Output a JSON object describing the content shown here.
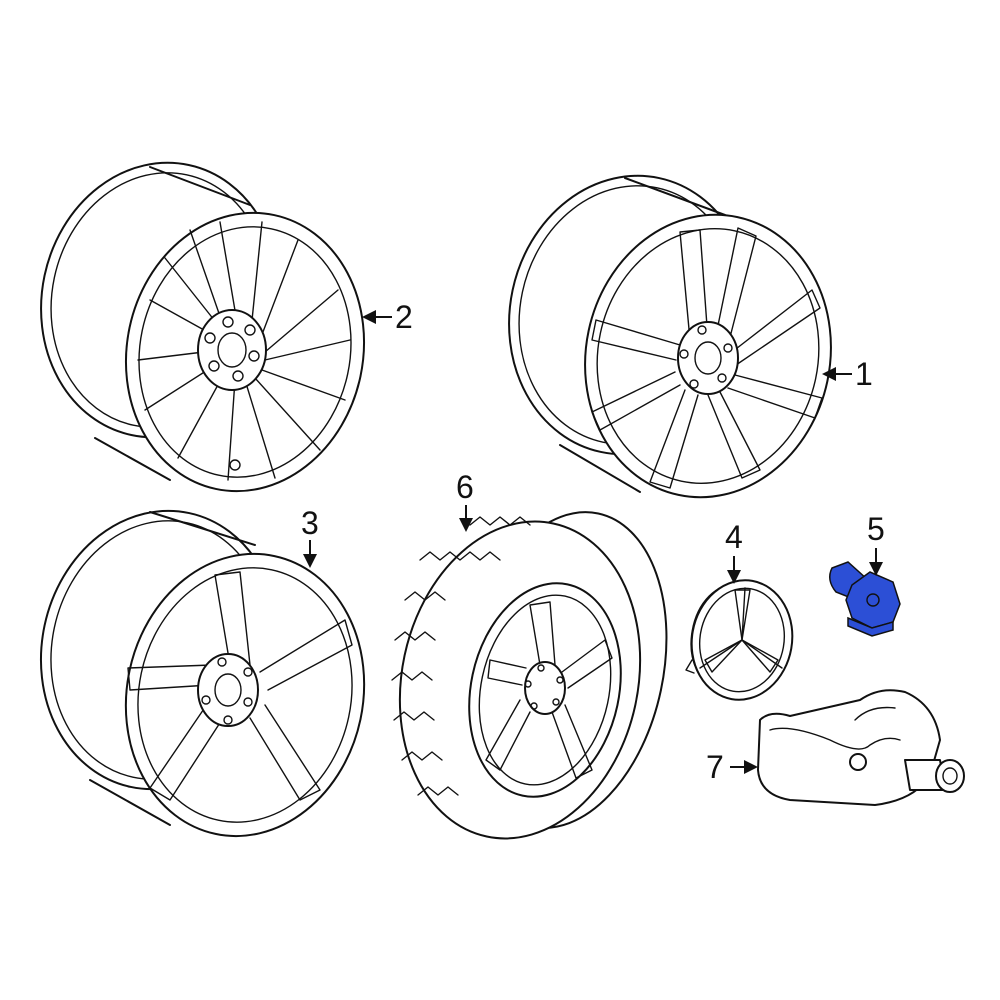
{
  "diagram": {
    "highlight_color": "#2c4fd6",
    "line_color": "#111111",
    "background": "#ffffff",
    "callouts": [
      {
        "id": "1",
        "label": "1",
        "part": "wheel-rim-5-double-spoke"
      },
      {
        "id": "2",
        "label": "2",
        "part": "wheel-rim-multi-spoke"
      },
      {
        "id": "3",
        "label": "3",
        "part": "wheel-rim-5-spoke"
      },
      {
        "id": "4",
        "label": "4",
        "part": "center-cap"
      },
      {
        "id": "5",
        "label": "5",
        "part": "lug-bolt",
        "highlighted": true
      },
      {
        "id": "6",
        "label": "6",
        "part": "tire-and-wheel-assembly"
      },
      {
        "id": "7",
        "label": "7",
        "part": "tpms-sensor"
      }
    ]
  }
}
